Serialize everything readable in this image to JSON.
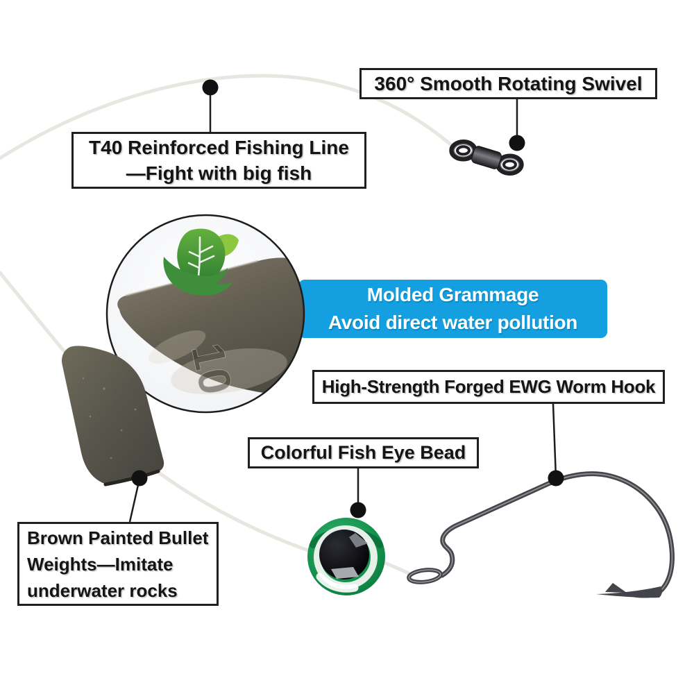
{
  "callouts": {
    "swivel": {
      "label": "360° Smooth Rotating Swivel"
    },
    "fishing_line": {
      "label_line1": "T40 Reinforced Fishing Line",
      "label_line2": "—Fight with big fish"
    },
    "hook": {
      "label": "High-Strength Forged EWG Worm Hook"
    },
    "bead": {
      "label": "Colorful Fish Eye Bead"
    },
    "bullet_weights": {
      "label_line1": "Brown Painted Bullet",
      "label_line2": "Weights—Imitate",
      "label_line3": "underwater rocks"
    }
  },
  "banner": {
    "line1": "Molded Grammage",
    "line2": "Avoid direct water pollution",
    "bg_color": "#14a0e0",
    "text_color": "#ffffff"
  },
  "magnifier": {
    "weight_marking": "10",
    "icon": "eco-leaf-hand-icon"
  },
  "colors": {
    "label_border": "#1f1f1f",
    "fishing_line": "#e9e6e1",
    "bullet_weight_olive": "#5d5b4e",
    "bead_green": "#15924e",
    "leaf_green_dark": "#3e8e3b",
    "leaf_green_light": "#8dc63f",
    "hook_metal": "#45464a",
    "callout_dot": "#111111"
  }
}
